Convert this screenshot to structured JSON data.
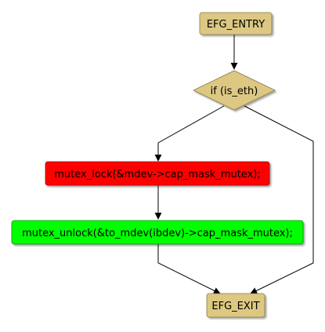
{
  "diagram": {
    "type": "flowchart",
    "nodes": {
      "entry": {
        "label": "EFG_ENTRY",
        "fill": "#dcc882"
      },
      "cond": {
        "label": "if (is_eth)",
        "fill": "#dcc882"
      },
      "lock": {
        "label": "mutex_lock(&mdev->cap_mask_mutex);",
        "fill": "#ff0000"
      },
      "unlock": {
        "label": "mutex_unlock(&to_mdev(ibdev)->cap_mask_mutex);",
        "fill": "#00ff00"
      },
      "exit": {
        "label": "EFG_EXIT",
        "fill": "#dcc882"
      }
    },
    "edges": [
      {
        "from": "entry",
        "to": "cond"
      },
      {
        "from": "cond",
        "to": "lock"
      },
      {
        "from": "cond",
        "to": "exit"
      },
      {
        "from": "lock",
        "to": "unlock"
      },
      {
        "from": "unlock",
        "to": "exit"
      }
    ]
  }
}
